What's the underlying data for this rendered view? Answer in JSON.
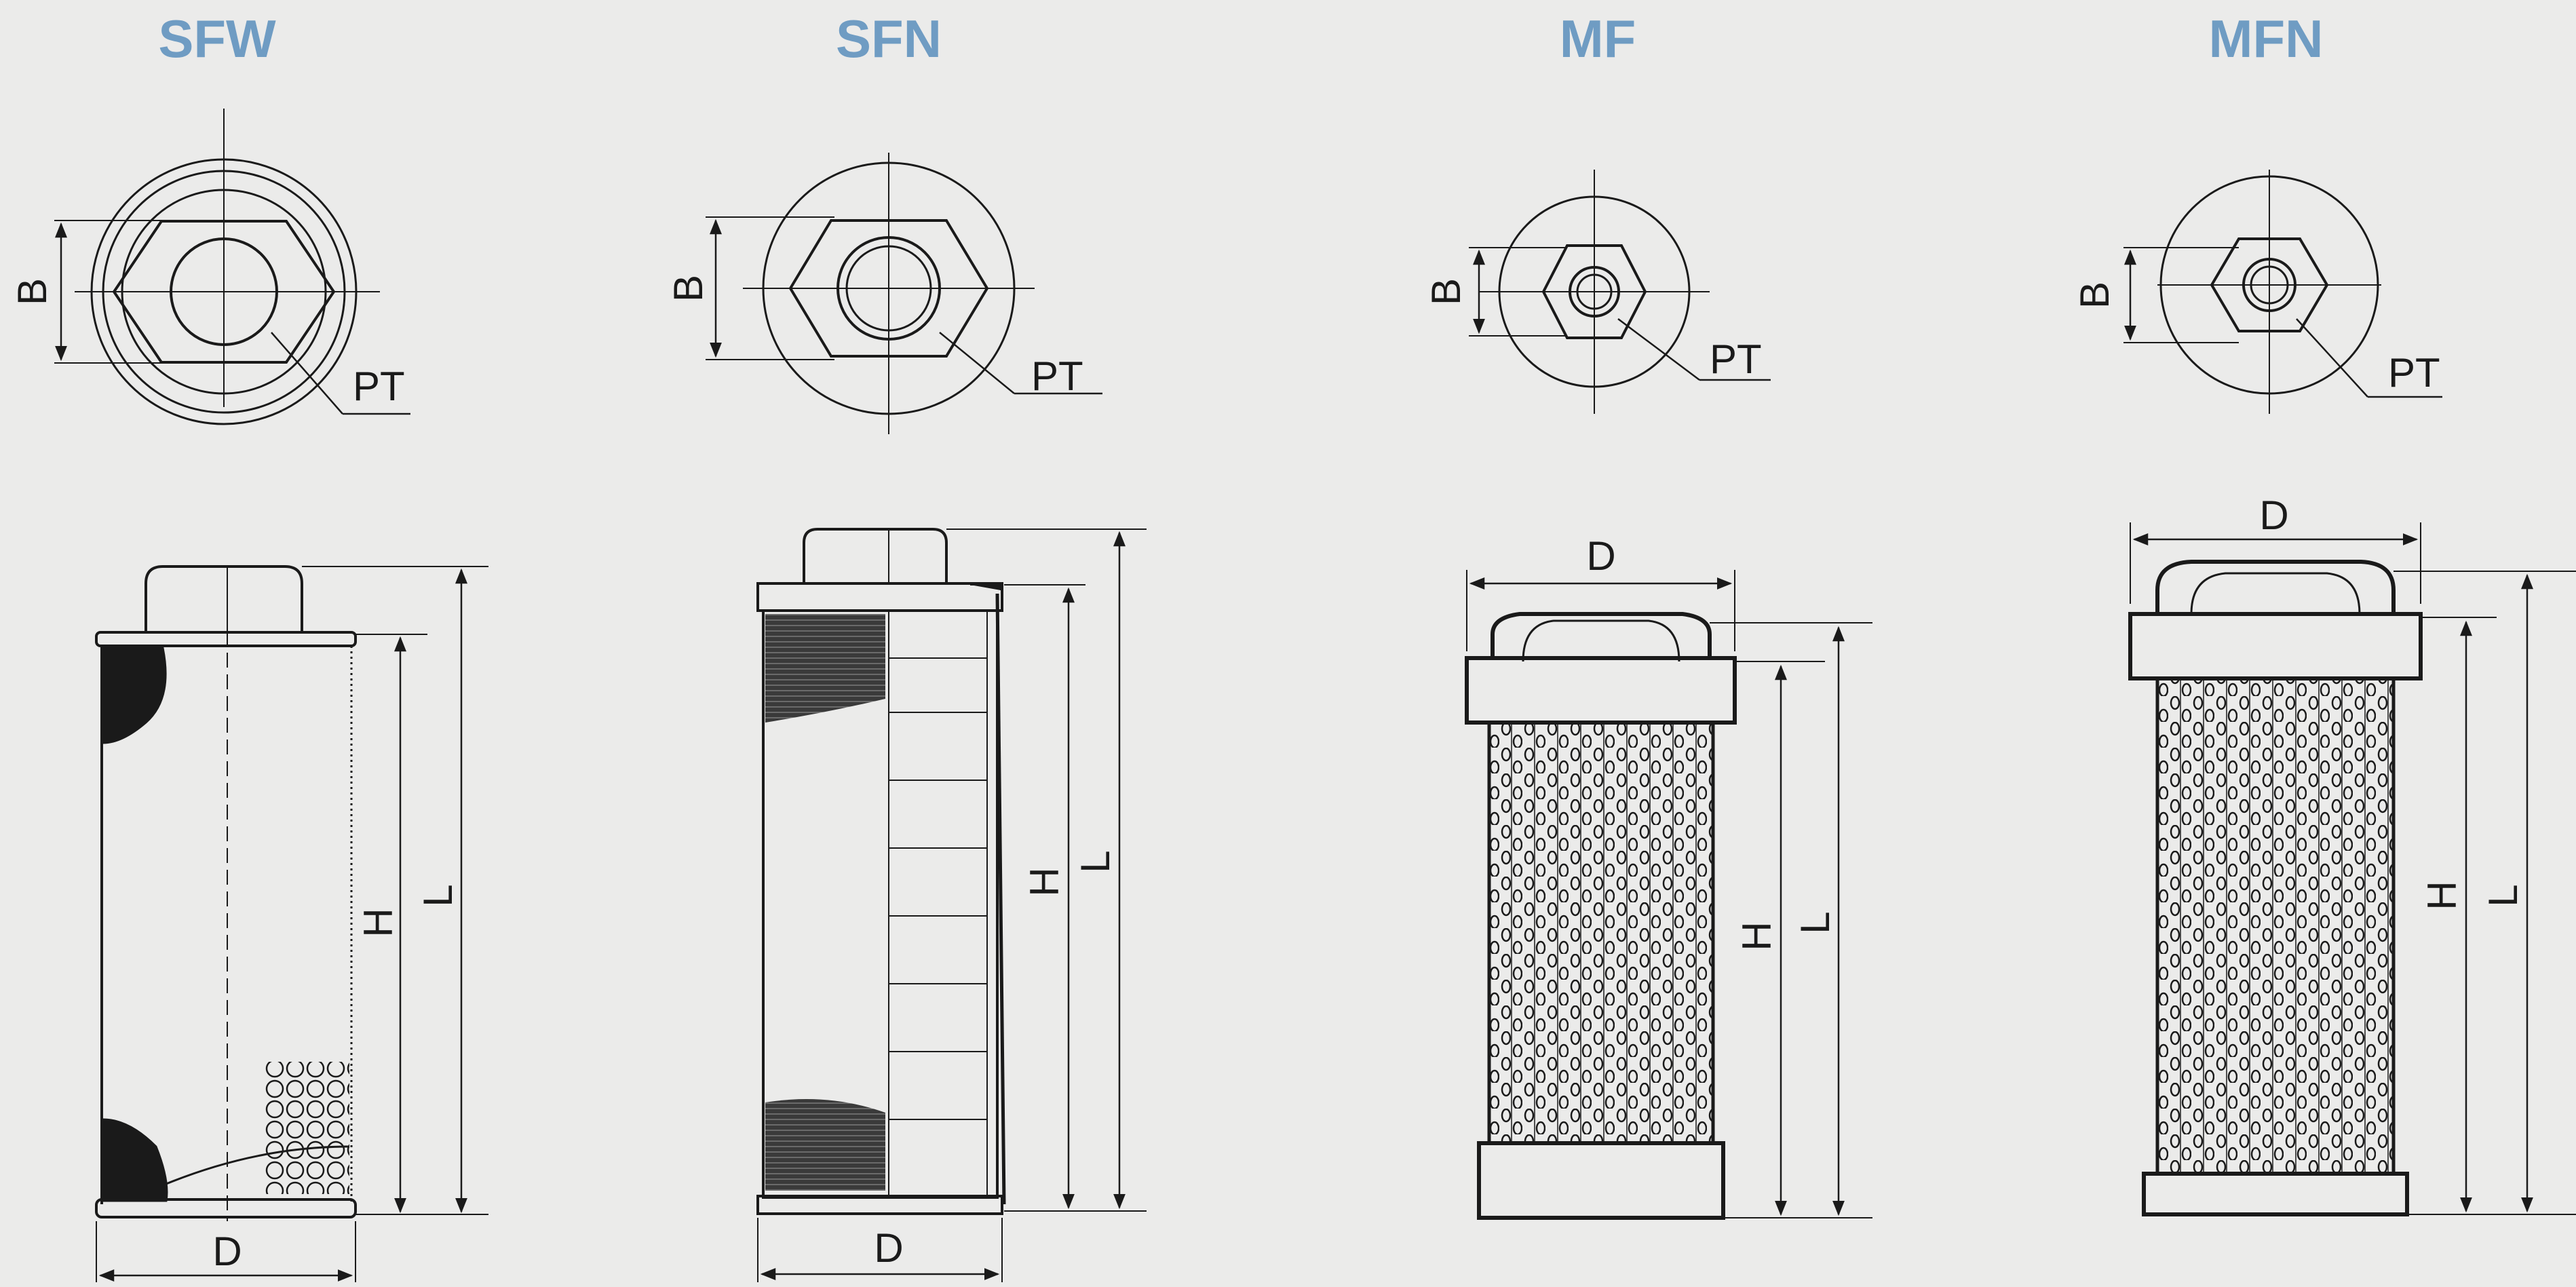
{
  "filters": [
    {
      "id": "sfw",
      "name": "SFW",
      "labels": {
        "B": "B",
        "PT": "PT",
        "H": "H",
        "L": "L",
        "D": "D"
      }
    },
    {
      "id": "sfn",
      "name": "SFN",
      "labels": {
        "B": "B",
        "PT": "PT",
        "H": "H",
        "L": "L",
        "D": "D"
      }
    },
    {
      "id": "mf",
      "name": "MF",
      "labels": {
        "B": "B",
        "PT": "PT",
        "H": "H",
        "L": "L",
        "D": "D"
      }
    },
    {
      "id": "mfn",
      "name": "MFN",
      "labels": {
        "B": "B",
        "PT": "PT",
        "H": "H",
        "L": "L",
        "D": "D"
      }
    }
  ],
  "colors": {
    "title": "#6f9cc3",
    "ink": "#1a1a1a",
    "paper": "#ebebea"
  }
}
